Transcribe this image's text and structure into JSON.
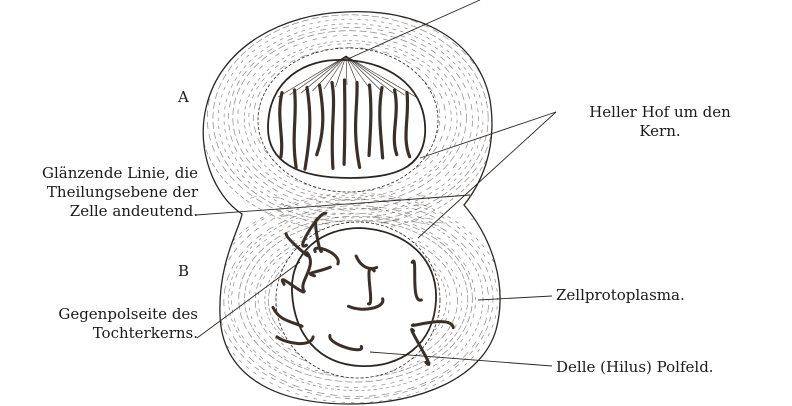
{
  "figure": {
    "labels": {
      "cell_a": "A",
      "cell_b": "B",
      "line_left": [
        "Glänzende Linie, die",
        "Theilungsebene der",
        "Zelle andeutend."
      ],
      "halo": [
        "Heller Hof um den",
        "Kern."
      ],
      "gegenpol": [
        "Gegenpolseite des",
        "Tochterkerns."
      ],
      "protoplasma": "Zellprotoplasma.",
      "delle": "Delle (Hilus) Polfeld."
    }
  },
  "colors": {
    "ink": "#2b2622",
    "fiber": "#3a302a",
    "background": "#ffffff"
  }
}
